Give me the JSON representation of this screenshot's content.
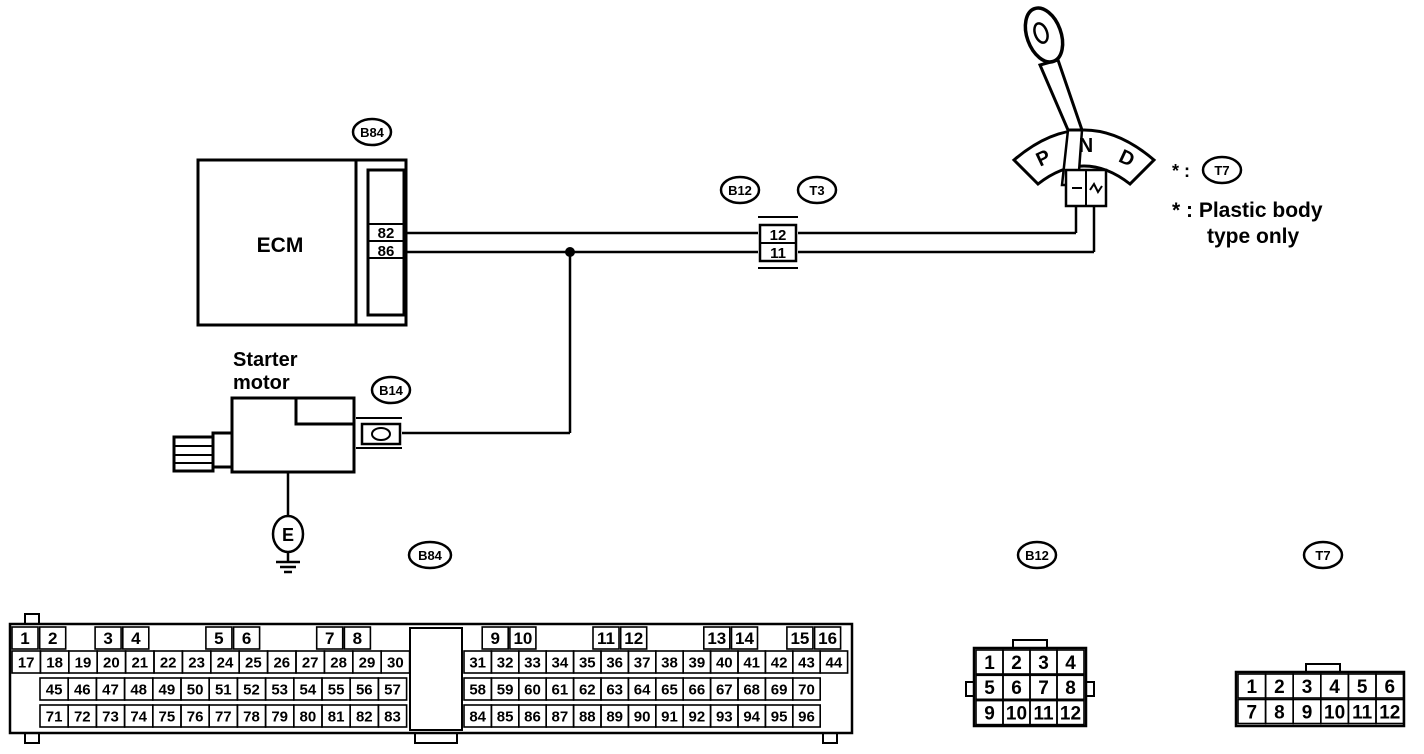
{
  "ecm": {
    "label": "ECM",
    "connector": "B84",
    "pin_top": "82",
    "pin_bottom": "86"
  },
  "middle_connector": {
    "left_id": "B12",
    "right_id": "T3",
    "pin_top": "12",
    "pin_bottom": "11"
  },
  "starter": {
    "label_line1": "Starter",
    "label_line2": "motor",
    "connector": "B14",
    "ground": "E"
  },
  "inhibitor_switch": {
    "positions": [
      "P",
      "N",
      "D"
    ],
    "connector": "T7",
    "note_prefix": "* :",
    "note_line1": "* : Plastic body",
    "note_line2": "type only"
  },
  "connector_views": {
    "b84": {
      "title": "B84",
      "row1": [
        {
          "pin": "1",
          "col": 0
        },
        {
          "pin": "2",
          "col": 1
        },
        {
          "pin": "3",
          "col": 3
        },
        {
          "pin": "4",
          "col": 4
        },
        {
          "pin": "5",
          "col": 7
        },
        {
          "pin": "6",
          "col": 8
        },
        {
          "pin": "7",
          "col": 11
        },
        {
          "pin": "8",
          "col": 12
        },
        {
          "pin": "9",
          "col": 16
        },
        {
          "pin": "10",
          "col": 17
        },
        {
          "pin": "11",
          "col": 20
        },
        {
          "pin": "12",
          "col": 21
        },
        {
          "pin": "13",
          "col": 24
        },
        {
          "pin": "14",
          "col": 25
        },
        {
          "pin": "15",
          "col": 27
        },
        {
          "pin": "16",
          "col": 28
        }
      ],
      "row2_left": [
        "17",
        "18",
        "19",
        "20",
        "21",
        "22",
        "23",
        "24",
        "25",
        "26",
        "27",
        "28",
        "29",
        "30"
      ],
      "row2_right": [
        "31",
        "32",
        "33",
        "34",
        "35",
        "36",
        "37",
        "38",
        "39",
        "40",
        "41",
        "42",
        "43",
        "44"
      ],
      "row3_left": [
        "45",
        "46",
        "47",
        "48",
        "49",
        "50",
        "51",
        "52",
        "53",
        "54",
        "55",
        "56",
        "57"
      ],
      "row3_right": [
        "58",
        "59",
        "60",
        "61",
        "62",
        "63",
        "64",
        "65",
        "66",
        "67",
        "68",
        "69",
        "70"
      ],
      "row4_left": [
        "71",
        "72",
        "73",
        "74",
        "75",
        "76",
        "77",
        "78",
        "79",
        "80",
        "81",
        "82",
        "83"
      ],
      "row4_right": [
        "84",
        "85",
        "86",
        "87",
        "88",
        "89",
        "90",
        "91",
        "92",
        "93",
        "94",
        "95",
        "96"
      ]
    },
    "b12": {
      "title": "B12",
      "rows": [
        [
          "1",
          "2",
          "3",
          "4"
        ],
        [
          "5",
          "6",
          "7",
          "8"
        ],
        [
          "9",
          "10",
          "11",
          "12"
        ]
      ]
    },
    "t7": {
      "title": "T7",
      "rows": [
        [
          "1",
          "2",
          "3",
          "4",
          "5",
          "6"
        ],
        [
          "7",
          "8",
          "9",
          "10",
          "11",
          "12"
        ]
      ]
    }
  }
}
